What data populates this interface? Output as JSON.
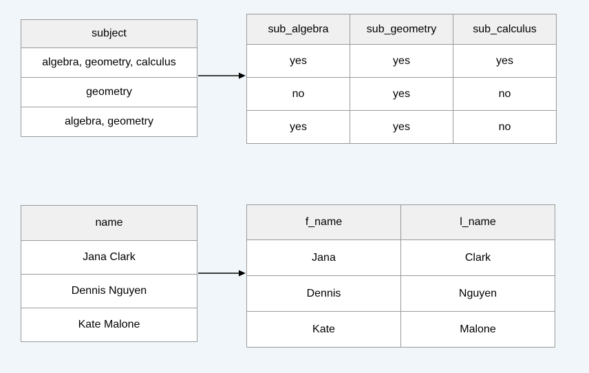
{
  "colors": {
    "page_background": "#f0f6f9",
    "header_fill": "#f0f0f0",
    "cell_fill": "#ffffff",
    "border": "#999999",
    "arrow": "#000000",
    "text": "#000000"
  },
  "top": {
    "source": {
      "title": "subject",
      "rows": [
        "algebra, geometry, calculus",
        "geometry",
        "algebra, geometry"
      ]
    },
    "result": {
      "headers": [
        "sub_algebra",
        "sub_geometry",
        "sub_calculus"
      ],
      "rows": [
        [
          "yes",
          "yes",
          "yes"
        ],
        [
          "no",
          "yes",
          "no"
        ],
        [
          "yes",
          "yes",
          "no"
        ]
      ]
    }
  },
  "bottom": {
    "source": {
      "title": "name",
      "rows": [
        "Jana Clark",
        "Dennis Nguyen",
        "Kate Malone"
      ]
    },
    "result": {
      "headers": [
        "f_name",
        "l_name"
      ],
      "rows": [
        [
          "Jana",
          "Clark"
        ],
        [
          "Dennis",
          "Nguyen"
        ],
        [
          "Kate",
          "Malone"
        ]
      ]
    }
  }
}
